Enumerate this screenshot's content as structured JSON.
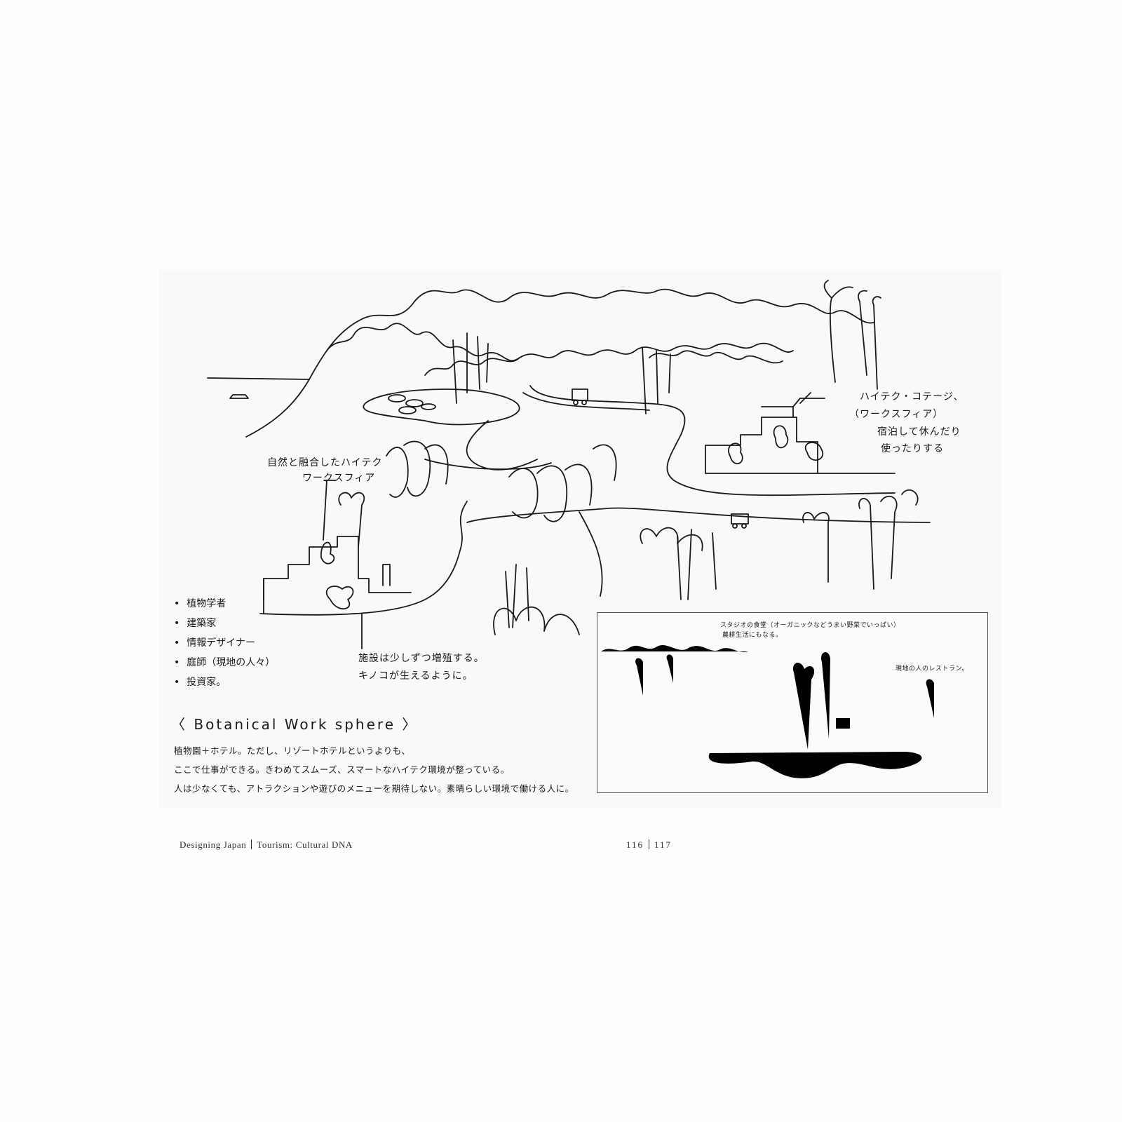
{
  "illustration": {
    "annotations": {
      "hitech_cottage": "ハイテク・コテージ、",
      "workspheres_paren": "（ワークスフィア）",
      "stay_or_rest_1": "宿泊して休んだり",
      "stay_or_rest_2": "使ったりする",
      "nature_fused_1": "自然と融合したハイテク",
      "nature_fused_2": "ワークスフィア",
      "facilities_grow_1": "施設は少しずつ増殖する。",
      "facilities_grow_2": "キノコが生えるように。"
    },
    "roles": [
      "植物学者",
      "建築家",
      "情報デザイナー",
      "庭師（現地の人々）",
      "投資家。"
    ],
    "title": "〈 Botanical  Work sphere 〉",
    "description": [
      "植物園＋ホテル。ただし、リゾートホテルというよりも、",
      "ここで仕事ができる。きわめてスムーズ、スマートなハイテク環境が整っている。",
      "人は少なくても、アトラクションや遊びのメニューを期待しない。素晴らしい環境で働ける人に。"
    ],
    "inset": {
      "note_top_1": "スタジオの食堂（オーガニックなどうまい野菜でいっぱい）",
      "note_top_2": "農耕生活にもなる。",
      "note_right": "現地の人のレストラン。"
    }
  },
  "footer": {
    "book_title": "Designing Japan",
    "chapter": "Tourism: Cultural DNA",
    "page_left": "116",
    "page_right": "117"
  }
}
